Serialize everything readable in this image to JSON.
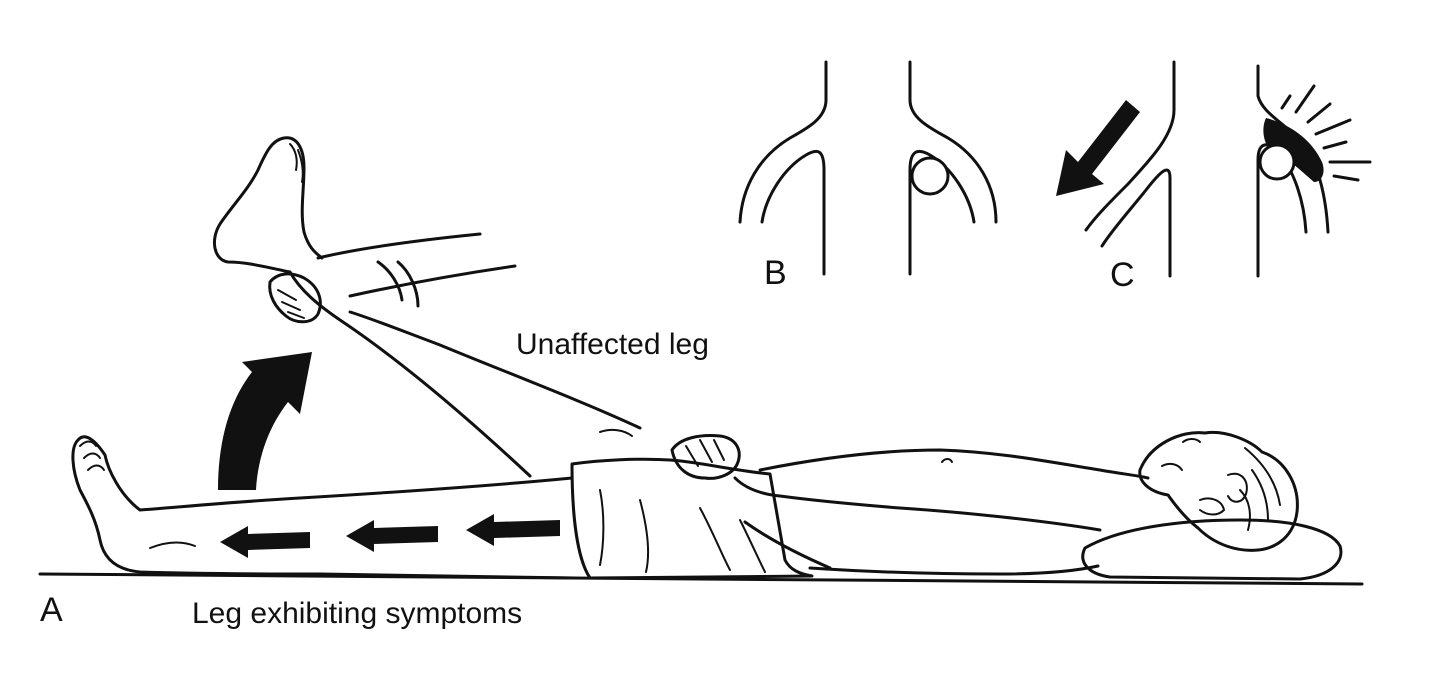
{
  "labels": {
    "panel_a": "A",
    "panel_b": "B",
    "panel_c": "C",
    "unaffected_leg": "Unaffected leg",
    "symptomatic_leg": "Leg exhibiting symptoms"
  },
  "colors": {
    "ink": "#111111",
    "background": "#ffffff"
  },
  "icons": {
    "raise_arrow": "curved-arrow-up-icon",
    "leg_arrows": "arrow-left-icon",
    "root_tension_arrow": "arrow-down-left-icon",
    "pain_marker": "pain-rays-icon"
  }
}
